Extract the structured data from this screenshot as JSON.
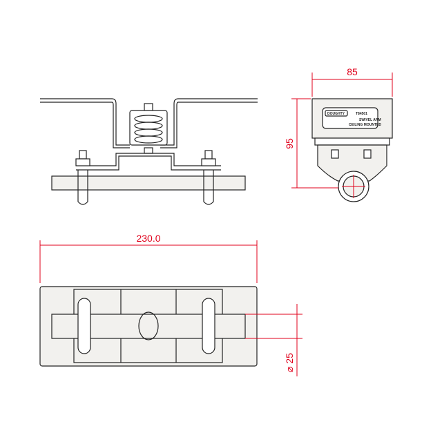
{
  "dimensions": {
    "width": "85",
    "height": "95",
    "length": "230.0",
    "tube_diameter": "⌀ 25"
  },
  "label": {
    "brand": "DOUGHTY",
    "part_number": "T84501",
    "line1": "SWIVEL ARM",
    "line2": "CEILING MOUNTED"
  },
  "colors": {
    "dimension": "#e0001b",
    "outline": "#222222"
  }
}
